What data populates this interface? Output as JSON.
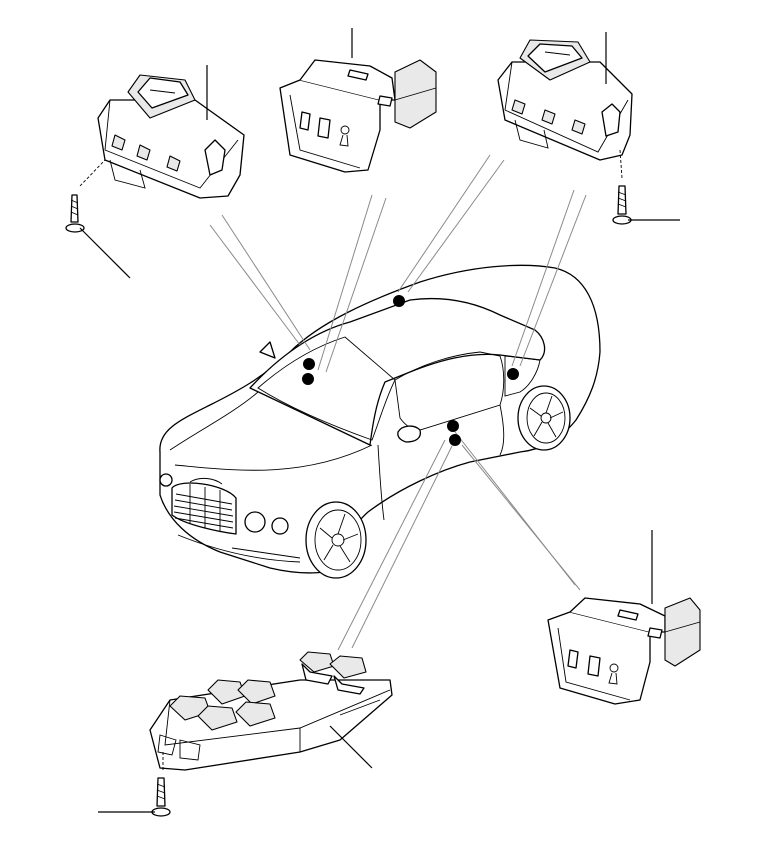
{
  "diagram": {
    "parts": [
      {
        "id": "front-window-switch-left",
        "icon": "single-window-switch"
      },
      {
        "id": "interior-lamp-switch-top",
        "icon": "lamp-switch"
      },
      {
        "id": "front-window-switch-right",
        "icon": "single-window-switch"
      },
      {
        "id": "interior-lamp-switch-door",
        "icon": "lamp-switch"
      },
      {
        "id": "driver-window-switch-pack",
        "icon": "multi-window-switch-pack"
      },
      {
        "id": "fixing-screw",
        "icon": "screw",
        "count": 3
      }
    ],
    "location_markers": 6,
    "colors": {
      "line": "#000000",
      "callout": "#8a8a8a",
      "background": "#ffffff"
    }
  }
}
